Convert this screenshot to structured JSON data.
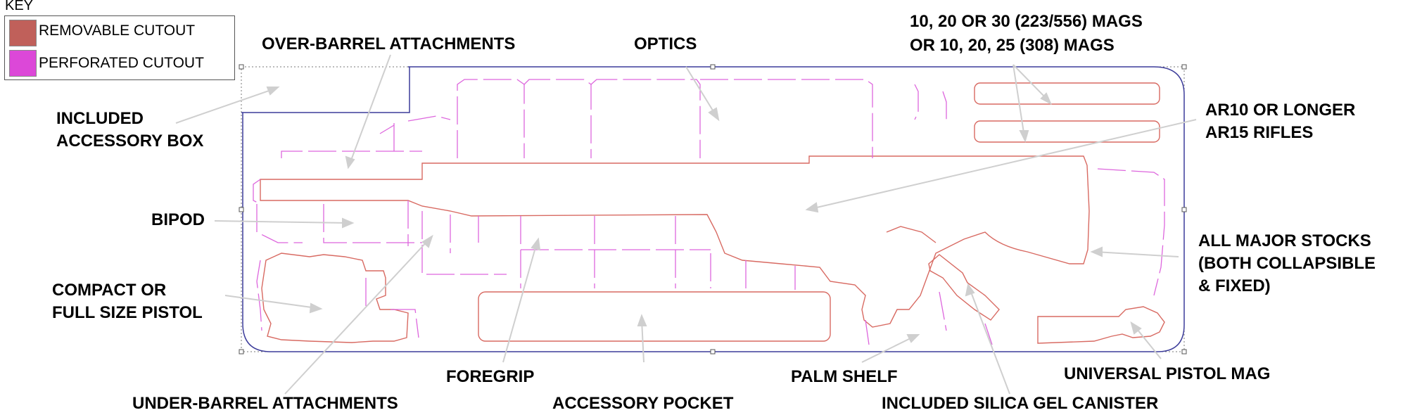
{
  "key": {
    "title": "KEY",
    "items": [
      {
        "label": "REMOVABLE CUTOUT",
        "color": "#c0605a"
      },
      {
        "label": "PERFORATED CUTOUT",
        "color": "#dc48d8"
      }
    ]
  },
  "colors": {
    "removable_line": "#d86a62",
    "perforated_line": "#dd66dd",
    "case_outline": "#3c3c9a",
    "leader_line": "#cfcfcf"
  },
  "labels": {
    "over_barrel": "OVER-BARREL ATTACHMENTS",
    "optics": "OPTICS",
    "mags_line1": "10, 20 OR 30 (223/556) MAGS",
    "mags_line2": "OR 10, 20, 25 (308) MAGS",
    "accessory_box_line1": "INCLUDED",
    "accessory_box_line2": "ACCESSORY BOX",
    "rifles_line1": "AR10 OR LONGER",
    "rifles_line2": "AR15 RIFLES",
    "bipod": "BIPOD",
    "stocks_line1": "ALL MAJOR STOCKS",
    "stocks_line2": "(BOTH COLLAPSIBLE",
    "stocks_line3": "& FIXED)",
    "pistol_line1": "COMPACT OR",
    "pistol_line2": "FULL SIZE PISTOL",
    "foregrip": "FOREGRIP",
    "palm_shelf": "PALM SHELF",
    "pistol_mag": "UNIVERSAL PISTOL MAG",
    "under_barrel": "UNDER-BARREL ATTACHMENTS",
    "accessory_pocket": "ACCESSORY POCKET",
    "silica": "INCLUDED SILICA GEL CANISTER"
  }
}
